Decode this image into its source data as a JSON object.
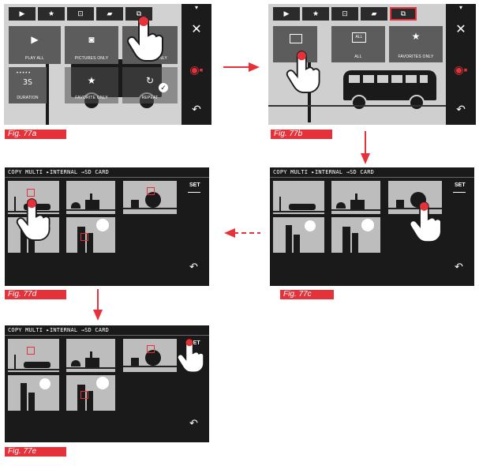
{
  "captions": {
    "a": "Fig. 77a",
    "b": "Fig. 77b",
    "c": "Fig. 77c",
    "d": "Fig. 77d",
    "e": "Fig. 77e"
  },
  "menu_a": {
    "items": [
      {
        "label": "PLAY ALL",
        "icon": "play-icon"
      },
      {
        "label": "PICTURES ONLY",
        "icon": "camera-icon"
      },
      {
        "label": "ONLY",
        "icon": "video-icon"
      },
      {
        "label": "DURATION",
        "icon": "duration-icon",
        "value": "3S"
      },
      {
        "label": "FAVORITE ONLY",
        "icon": "star-icon"
      },
      {
        "label": "REPEAT",
        "icon": "repeat-icon"
      }
    ]
  },
  "menu_b": {
    "items": [
      {
        "label": "",
        "icon": "images-icon"
      },
      {
        "label": "ALL",
        "icon": "all-icon",
        "badge": "ALL"
      },
      {
        "label": "FAVORITES ONLY",
        "icon": "star-icon"
      }
    ]
  },
  "copy_screen": {
    "header": "COPY MULTI ▸INTERNAL →SD CARD",
    "set_label": "SET"
  },
  "colors": {
    "accent": "#e5323a",
    "screen_bg": "#1a1a1a",
    "menu_bg": "#c7c7c7"
  }
}
